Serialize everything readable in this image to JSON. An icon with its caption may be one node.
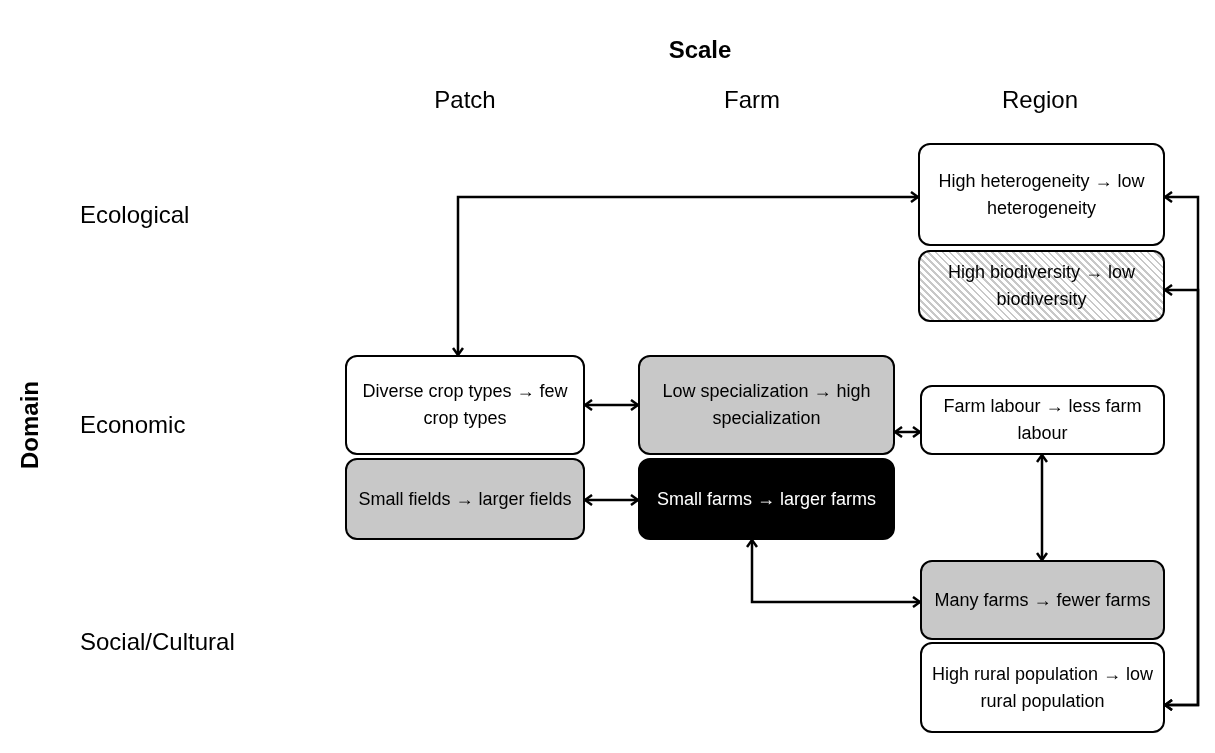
{
  "diagram": {
    "nodes": [
      {
        "text": [
          "High heterogeneity → low heterogeneity"
        ]
      },
      {
        "text": [
          "High biodiversity → low biodiversity"
        ]
      },
      {
        "text": [
          "Diverse crop types → few crop types"
        ]
      },
      {
        "text": [
          "Low specialization → high specialization"
        ]
      },
      {
        "text": [
          "Farm labour → less farm labour"
        ]
      },
      {
        "text": [
          "Small fields → larger fields"
        ]
      },
      {
        "text": [
          "Small farms → larger farms"
        ]
      },
      {
        "text": [
          "Many farms → fewer farms"
        ]
      },
      {
        "text": [
          "High rural population → low rural population"
        ]
      }
    ],
    "edges": [
      {
        "from": 0,
        "to": 2,
        "arrow": "both"
      },
      {
        "from": 2,
        "to": 3,
        "arrow": "both"
      },
      {
        "from": 3,
        "to": 4,
        "arrow": "both"
      },
      {
        "from": 5,
        "to": 6,
        "arrow": "both"
      },
      {
        "from": 4,
        "to": 7,
        "arrow": "both"
      },
      {
        "from": 6,
        "to": 7,
        "arrow": "both"
      },
      {
        "from": 0,
        "to": 8,
        "arrow": "both"
      },
      {
        "from": 1,
        "to": 8,
        "arrow": "both"
      }
    ],
    "labels": [
      "Scale",
      "Patch",
      "Farm",
      "Region",
      "Ecological",
      "Domain",
      "Economic",
      "Social/Cultural"
    ]
  }
}
